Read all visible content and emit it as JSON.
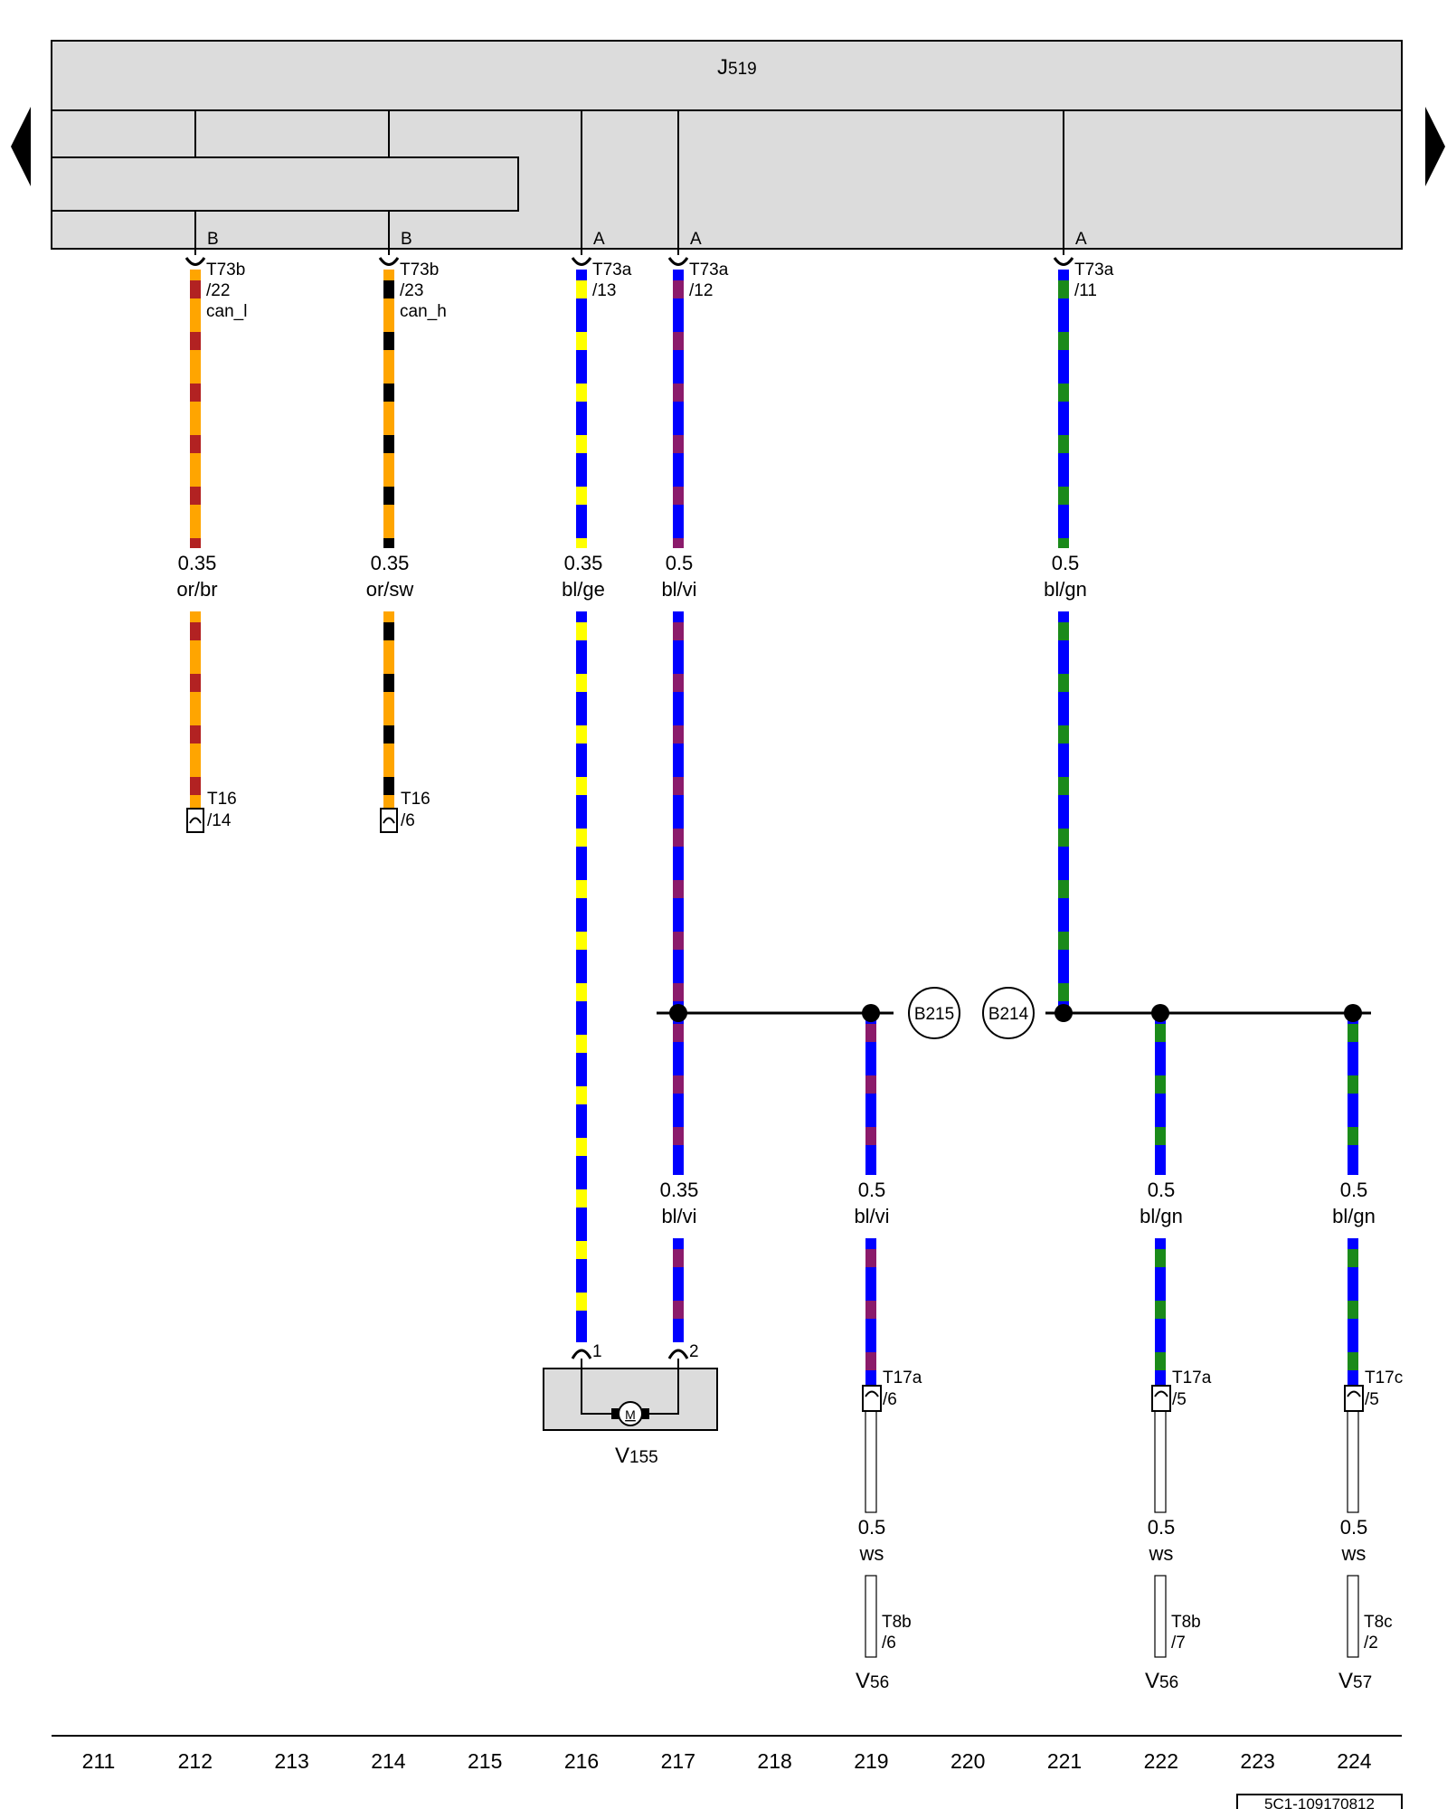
{
  "module": {
    "name_main": "J",
    "name_sub": "519",
    "pins": [
      "B",
      "B",
      "A",
      "A",
      "A"
    ]
  },
  "navigation": {
    "prev_page_icon": "triangle-left-icon",
    "next_page_icon": "triangle-right-icon"
  },
  "colors": {
    "or": "#ffa500",
    "br": "#b22222",
    "sw": "#000000",
    "bl": "#0000ff",
    "ge": "#ffff00",
    "vi": "#8b1a6b",
    "gn": "#1a8a1a",
    "ws": "#ffffff",
    "housing": "#dcdcdc"
  },
  "wires": [
    {
      "id": "w212a",
      "conn": "T73b",
      "pin": "/22",
      "signal": "can_l",
      "size": "0.35",
      "color": "or/br"
    },
    {
      "id": "w212b",
      "conn": "T16",
      "pin": "/14"
    },
    {
      "id": "w214a",
      "conn": "T73b",
      "pin": "/23",
      "signal": "can_h",
      "size": "0.35",
      "color": "or/sw"
    },
    {
      "id": "w214b",
      "conn": "T16",
      "pin": "/6"
    },
    {
      "id": "w216",
      "conn": "T73a",
      "pin": "/13",
      "size": "0.35",
      "color": "bl/ge",
      "end_pin": "1"
    },
    {
      "id": "w217a",
      "conn": "T73a",
      "pin": "/12",
      "size": "0.5",
      "color": "bl/vi"
    },
    {
      "id": "w217b",
      "size": "0.35",
      "color": "bl/vi",
      "end_pin": "2"
    },
    {
      "id": "w219a",
      "size": "0.5",
      "color": "bl/vi",
      "conn": "T17a",
      "pin": "/6"
    },
    {
      "id": "w219b",
      "size": "0.5",
      "color": "ws",
      "conn": "T8b",
      "pin": "/6"
    },
    {
      "id": "w221",
      "conn": "T73a",
      "pin": "/11",
      "size": "0.5",
      "color": "bl/gn"
    },
    {
      "id": "w222a",
      "size": "0.5",
      "color": "bl/gn",
      "conn": "T17a",
      "pin": "/5"
    },
    {
      "id": "w222b",
      "size": "0.5",
      "color": "ws",
      "conn": "T8b",
      "pin": "/7"
    },
    {
      "id": "w224a",
      "size": "0.5",
      "color": "bl/gn",
      "conn": "T17c",
      "pin": "/5"
    },
    {
      "id": "w224b",
      "size": "0.5",
      "color": "ws",
      "conn": "T8c",
      "pin": "/2"
    }
  ],
  "splices": [
    {
      "id": "B215"
    },
    {
      "id": "B214"
    }
  ],
  "components": [
    {
      "id": "V155",
      "name_main": "V",
      "name_sub": "155",
      "symbol": "M",
      "icon": "motor-icon"
    },
    {
      "id": "V56a",
      "name_main": "V",
      "name_sub": "56"
    },
    {
      "id": "V56b",
      "name_main": "V",
      "name_sub": "56"
    },
    {
      "id": "V57",
      "name_main": "V",
      "name_sub": "57"
    }
  ],
  "scale": [
    "211",
    "212",
    "213",
    "214",
    "215",
    "216",
    "217",
    "218",
    "219",
    "220",
    "221",
    "222",
    "223",
    "224"
  ],
  "doc_id": "5C1-109170812"
}
